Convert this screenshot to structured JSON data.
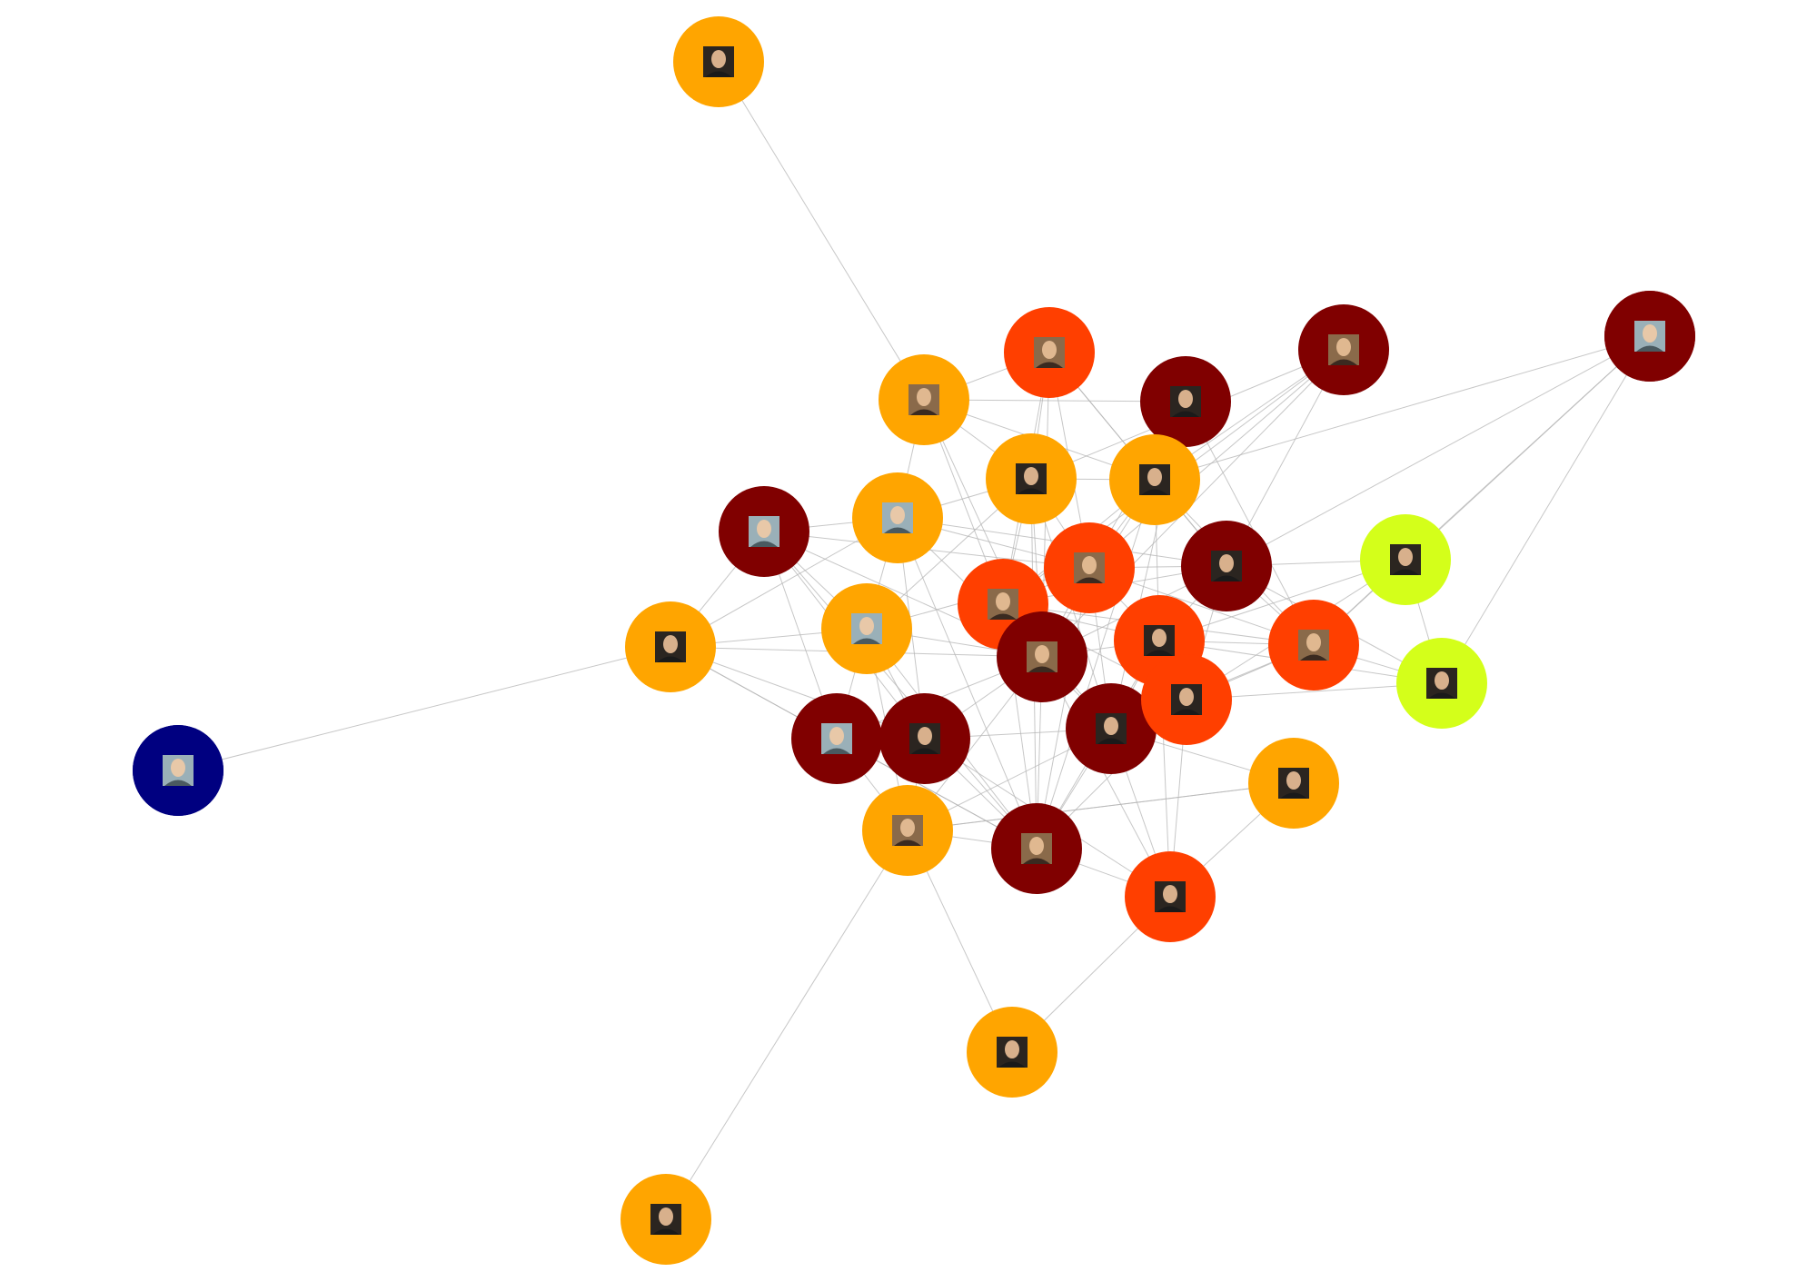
{
  "colors": {
    "orange": "#ffa500",
    "red": "#ff3f00",
    "darkred": "#800000",
    "lime": "#d4ff1a",
    "navy": "#000080",
    "edge": "#b4b4b4"
  },
  "nodes": [
    {
      "id": "n1",
      "color": "orange",
      "photo": "dark"
    },
    {
      "id": "n2",
      "color": "red",
      "photo": "warm"
    },
    {
      "id": "n3",
      "color": "darkred",
      "photo": "warm"
    },
    {
      "id": "n4",
      "color": "darkred",
      "photo": "warm"
    },
    {
      "id": "n5",
      "color": "darkred",
      "photo": "dark"
    },
    {
      "id": "n6",
      "color": "orange",
      "photo": "warm"
    },
    {
      "id": "n7",
      "color": "orange",
      "photo": "dark"
    },
    {
      "id": "n8",
      "color": "orange",
      "photo": "dark"
    },
    {
      "id": "n9",
      "color": "darkred",
      "photo": "light"
    },
    {
      "id": "n10",
      "color": "orange",
      "photo": "light"
    },
    {
      "id": "n11",
      "color": "red",
      "photo": "warm"
    },
    {
      "id": "n12",
      "color": "darkred",
      "photo": "dark"
    },
    {
      "id": "n13",
      "color": "lime",
      "photo": "dark"
    },
    {
      "id": "n14",
      "color": "darkred",
      "photo": "light"
    },
    {
      "id": "n15",
      "color": "orange",
      "photo": "dark"
    },
    {
      "id": "n16",
      "color": "orange",
      "photo": "light"
    },
    {
      "id": "n17",
      "color": "red",
      "photo": "warm"
    },
    {
      "id": "n18",
      "color": "red",
      "photo": "warm"
    },
    {
      "id": "n19",
      "color": "darkred",
      "photo": "warm"
    },
    {
      "id": "n20",
      "color": "red",
      "photo": "dark"
    },
    {
      "id": "n21",
      "color": "lime",
      "photo": "dark"
    },
    {
      "id": "n22",
      "color": "navy",
      "photo": "light"
    },
    {
      "id": "n23",
      "color": "darkred",
      "photo": "light"
    },
    {
      "id": "n24",
      "color": "darkred",
      "photo": "dark"
    },
    {
      "id": "n25",
      "color": "darkred",
      "photo": "dark"
    },
    {
      "id": "n26",
      "color": "red",
      "photo": "dark"
    },
    {
      "id": "n27",
      "color": "orange",
      "photo": "dark"
    },
    {
      "id": "n28",
      "color": "darkred",
      "photo": "warm"
    },
    {
      "id": "n29",
      "color": "red",
      "photo": "dark"
    },
    {
      "id": "n30",
      "color": "orange",
      "photo": "warm"
    },
    {
      "id": "n31",
      "color": "orange",
      "photo": "dark"
    }
  ],
  "edges": [
    [
      "n1",
      "n6"
    ],
    [
      "n6",
      "n7"
    ],
    [
      "n6",
      "n2"
    ],
    [
      "n6",
      "n10"
    ],
    [
      "n6",
      "n19"
    ],
    [
      "n6",
      "n8"
    ],
    [
      "n6",
      "n5"
    ],
    [
      "n6",
      "n17"
    ],
    [
      "n2",
      "n8"
    ],
    [
      "n2",
      "n7"
    ],
    [
      "n2",
      "n11"
    ],
    [
      "n2",
      "n12"
    ],
    [
      "n2",
      "n19"
    ],
    [
      "n2",
      "n17"
    ],
    [
      "n3",
      "n8"
    ],
    [
      "n3",
      "n7"
    ],
    [
      "n3",
      "n11"
    ],
    [
      "n3",
      "n12"
    ],
    [
      "n3",
      "n19"
    ],
    [
      "n3",
      "n17"
    ],
    [
      "n4",
      "n12"
    ],
    [
      "n4",
      "n13"
    ],
    [
      "n4",
      "n8"
    ],
    [
      "n4",
      "n18"
    ],
    [
      "n5",
      "n11"
    ],
    [
      "n5",
      "n18"
    ],
    [
      "n5",
      "n25"
    ],
    [
      "n7",
      "n8"
    ],
    [
      "n7",
      "n10"
    ],
    [
      "n7",
      "n11"
    ],
    [
      "n7",
      "n19"
    ],
    [
      "n7",
      "n16"
    ],
    [
      "n7",
      "n28"
    ],
    [
      "n7",
      "n17"
    ],
    [
      "n7",
      "n25"
    ],
    [
      "n8",
      "n11"
    ],
    [
      "n8",
      "n12"
    ],
    [
      "n8",
      "n17"
    ],
    [
      "n8",
      "n19"
    ],
    [
      "n8",
      "n20"
    ],
    [
      "n8",
      "n28"
    ],
    [
      "n8",
      "n18"
    ],
    [
      "n9",
      "n10"
    ],
    [
      "n9",
      "n16"
    ],
    [
      "n9",
      "n11"
    ],
    [
      "n9",
      "n19"
    ],
    [
      "n9",
      "n15"
    ],
    [
      "n9",
      "n23"
    ],
    [
      "n9",
      "n28"
    ],
    [
      "n9",
      "n24"
    ],
    [
      "n10",
      "n11"
    ],
    [
      "n10",
      "n19"
    ],
    [
      "n10",
      "n16"
    ],
    [
      "n10",
      "n15"
    ],
    [
      "n10",
      "n12"
    ],
    [
      "n10",
      "n28"
    ],
    [
      "n10",
      "n24"
    ],
    [
      "n11",
      "n12"
    ],
    [
      "n11",
      "n19"
    ],
    [
      "n11",
      "n28"
    ],
    [
      "n11",
      "n17"
    ],
    [
      "n11",
      "n18"
    ],
    [
      "n11",
      "n20"
    ],
    [
      "n11",
      "n25"
    ],
    [
      "n12",
      "n13"
    ],
    [
      "n12",
      "n17"
    ],
    [
      "n12",
      "n18"
    ],
    [
      "n12",
      "n20"
    ],
    [
      "n12",
      "n26"
    ],
    [
      "n12",
      "n19"
    ],
    [
      "n12",
      "n21"
    ],
    [
      "n13",
      "n21"
    ],
    [
      "n13",
      "n18"
    ],
    [
      "n13",
      "n20"
    ],
    [
      "n13",
      "n26"
    ],
    [
      "n14",
      "n21"
    ],
    [
      "n15",
      "n16"
    ],
    [
      "n15",
      "n19"
    ],
    [
      "n15",
      "n23"
    ],
    [
      "n15",
      "n24"
    ],
    [
      "n15",
      "n28"
    ],
    [
      "n16",
      "n19"
    ],
    [
      "n16",
      "n23"
    ],
    [
      "n16",
      "n24"
    ],
    [
      "n16",
      "n28"
    ],
    [
      "n16",
      "n30"
    ],
    [
      "n16",
      "n11"
    ],
    [
      "n17",
      "n18"
    ],
    [
      "n17",
      "n19"
    ],
    [
      "n17",
      "n20"
    ],
    [
      "n17",
      "n25"
    ],
    [
      "n17",
      "n28"
    ],
    [
      "n17",
      "n26"
    ],
    [
      "n18",
      "n20"
    ],
    [
      "n18",
      "n21"
    ],
    [
      "n18",
      "n26"
    ],
    [
      "n18",
      "n25"
    ],
    [
      "n19",
      "n28"
    ],
    [
      "n19",
      "n24"
    ],
    [
      "n19",
      "n25"
    ],
    [
      "n19",
      "n20"
    ],
    [
      "n19",
      "n30"
    ],
    [
      "n19",
      "n23"
    ],
    [
      "n19",
      "n29"
    ],
    [
      "n20",
      "n21"
    ],
    [
      "n20",
      "n25"
    ],
    [
      "n20",
      "n26"
    ],
    [
      "n20",
      "n28"
    ],
    [
      "n20",
      "n29"
    ],
    [
      "n21",
      "n26"
    ],
    [
      "n23",
      "n24"
    ],
    [
      "n23",
      "n28"
    ],
    [
      "n23",
      "n30"
    ],
    [
      "n24",
      "n28"
    ],
    [
      "n24",
      "n30"
    ],
    [
      "n24",
      "n25"
    ],
    [
      "n24",
      "n29"
    ],
    [
      "n25",
      "n28"
    ],
    [
      "n25",
      "n29"
    ],
    [
      "n25",
      "n26"
    ],
    [
      "n25",
      "n30"
    ],
    [
      "n26",
      "n29"
    ],
    [
      "n26",
      "n28"
    ],
    [
      "n27",
      "n30"
    ],
    [
      "n27",
      "n29"
    ],
    [
      "n27",
      "n25"
    ],
    [
      "n28",
      "n30"
    ],
    [
      "n28",
      "n29"
    ],
    [
      "n29",
      "n31"
    ],
    [
      "n30",
      "n31"
    ],
    [
      "n30",
      "n27"
    ]
  ]
}
